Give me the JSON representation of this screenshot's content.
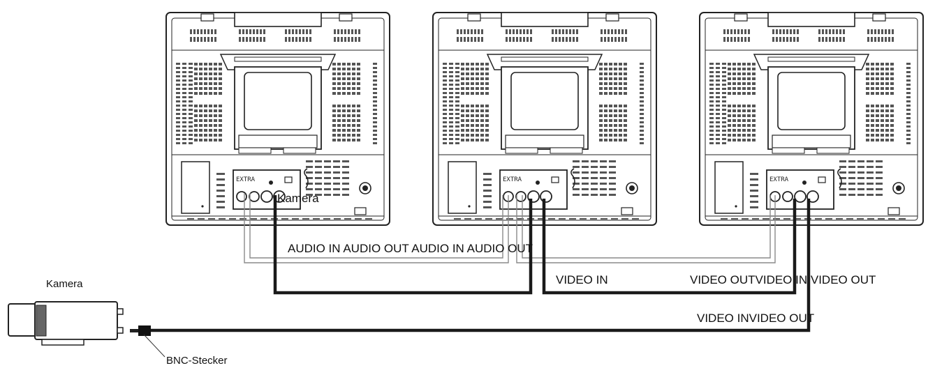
{
  "diagram": {
    "colors": {
      "line": "#222222",
      "thin_cable": "#8a8a8a",
      "thick_cable": "#1a1a1a",
      "vent": "#555555"
    },
    "labels": {
      "kamera_overlay": "Kamera",
      "audio_row": "AUDIO IN AUDIO OUT AUDIO IN AUDIO OUT",
      "video_in": "VIDEO IN",
      "video_out_in_out": "VIDEO OUTVIDEO IN VIDEO OUT",
      "video_in_out": "VIDEO INVIDEO OUT",
      "camera": "Kamera",
      "bnc": "BNC-Stecker"
    },
    "monitors": [
      {
        "name": "monitor-1",
        "panel_text": "EXTRA"
      },
      {
        "name": "monitor-2",
        "panel_text": "EXTRA"
      },
      {
        "name": "monitor-3",
        "panel_text": "EXTRA"
      }
    ]
  }
}
